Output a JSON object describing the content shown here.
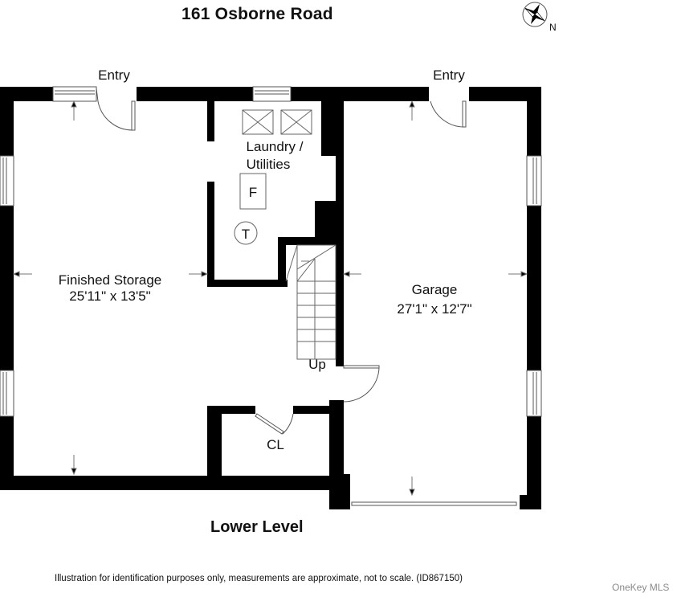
{
  "header": {
    "title": "161 Osborne Road"
  },
  "compass": {
    "icon": "compass-rose-icon",
    "direction_label": "N"
  },
  "plan": {
    "rooms": [
      {
        "name": "Entry",
        "position": "left-top-door"
      },
      {
        "name": "Entry",
        "position": "right-top-door"
      },
      {
        "name": "Laundry /",
        "name_line2": "Utilities"
      },
      {
        "name": "Finished Storage",
        "dimensions": "25'11\" x 13'5\""
      },
      {
        "name": "Garage",
        "dimensions": "27'1\" x 12'7\""
      },
      {
        "name": "CL"
      }
    ],
    "fixtures": {
      "furnace": "F",
      "water_heater": "T",
      "stairs_label": "Up"
    }
  },
  "footer": {
    "level_label": "Lower Level",
    "disclaimer": "Illustration for identification purposes only, measurements are approximate, not to scale. (ID867150)",
    "watermark": "OneKey MLS"
  },
  "colors": {
    "wall": "#000000",
    "background": "#ffffff",
    "thin_line": "#555555",
    "watermark": "#8a8a8a"
  }
}
